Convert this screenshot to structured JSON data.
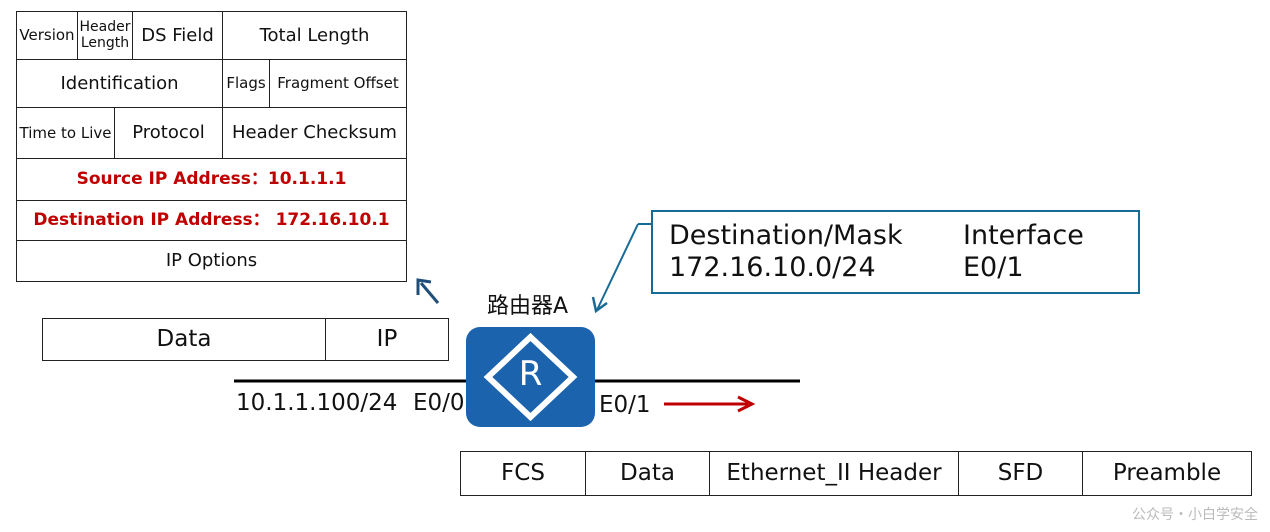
{
  "ip_header": {
    "version": "Version",
    "header_length": "Header Length",
    "ds_field": "DS Field",
    "total_length": "Total Length",
    "identification": "Identification",
    "flags": "Flags",
    "fragment_offset": "Fragment Offset",
    "ttl": "Time to Live",
    "protocol": "Protocol",
    "header_checksum": "Header Checksum",
    "source_ip": "Source IP Address：10.1.1.1",
    "dest_ip": "Destination IP Address： 172.16.10.1",
    "ip_options": "IP  Options"
  },
  "ip_packet": {
    "data": "Data",
    "ip": "IP"
  },
  "router": {
    "name": "路由器A",
    "symbol": "R",
    "icon": "router-icon"
  },
  "routing_table": {
    "col_dest": "Destination/Mask",
    "col_iface": "Interface",
    "dest_value": "172.16.10.0/24",
    "iface_value": "E0/1"
  },
  "network": {
    "host_ip": "10.1.1.100/24",
    "if_in": "E0/0",
    "if_out": "E0/1"
  },
  "ethernet_frame": [
    "FCS",
    "Data",
    "Ethernet_II Header",
    "SFD",
    "Preamble"
  ],
  "watermark": "公众号・小白学安全",
  "colors": {
    "accent_red": "#c00000",
    "router_blue": "#1b64ad",
    "box_border": "#1a6b94",
    "arrow_blue": "#1f4e79"
  }
}
